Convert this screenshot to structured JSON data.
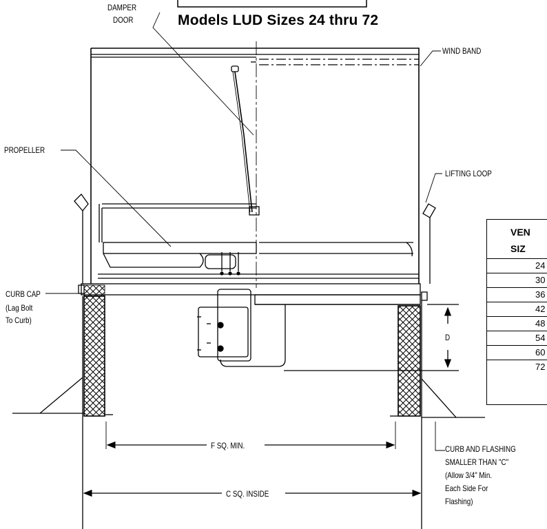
{
  "title": "Models LUD Sizes 24 thru 72",
  "callouts": {
    "damper_door_line1": "DAMPER",
    "damper_door_line2": "DOOR",
    "wind_band": "WIND BAND",
    "propeller": "PROPELLER",
    "lifting_loop": "LIFTING LOOP",
    "curb_cap": "CURB CAP",
    "curb_cap_note1": "(Lag Bolt",
    "curb_cap_note2": "To Curb)",
    "dim_d": "D",
    "curb_flashing_line1": "CURB AND FLASHING",
    "curb_flashing_line2": "SMALLER THAN \"C\"",
    "curb_flashing_line3": "(Allow 3/4\" Min.",
    "curb_flashing_line4": "Each Side For",
    "curb_flashing_line5": "Flashing)"
  },
  "dimensions": {
    "f_sq_min": "F SQ. MIN.",
    "c_sq_inside": "C SQ. INSIDE"
  },
  "size_table": {
    "header_line1": "VEN",
    "header_line2": "SIZ",
    "rows": [
      "24",
      "30",
      "36",
      "42",
      "48",
      "54",
      "60",
      "72"
    ]
  },
  "colors": {
    "ink": "#000000",
    "background": "#ffffff"
  }
}
